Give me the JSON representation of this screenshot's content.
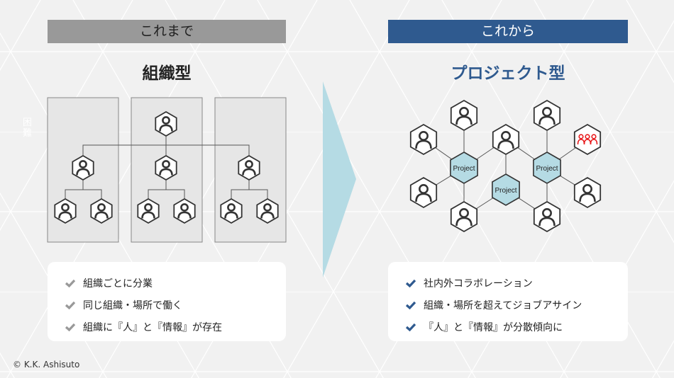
{
  "left": {
    "header": "これまで",
    "title": "組織型",
    "faint_text": "困難",
    "items": [
      "組織ごとに分業",
      "同じ組織・場所で働く",
      "組織に『人』と『情報』が存在"
    ],
    "check_color": "#999999",
    "header_color": "#999999"
  },
  "right": {
    "header": "これから",
    "title": "プロジェクト型",
    "project_label": "Project",
    "items": [
      "社内外コラボレーション",
      "組織・場所を超えてジョブアサイン",
      "『人』と『情報』が分散傾向に"
    ],
    "check_color": "#2f5a8f",
    "header_color": "#2f5a8f",
    "project_color": "#b5dbe4",
    "team_icon_color": "#e8191b"
  },
  "arrow_color": "#b5dbe4",
  "copyright": "© K.K. Ashisuto"
}
